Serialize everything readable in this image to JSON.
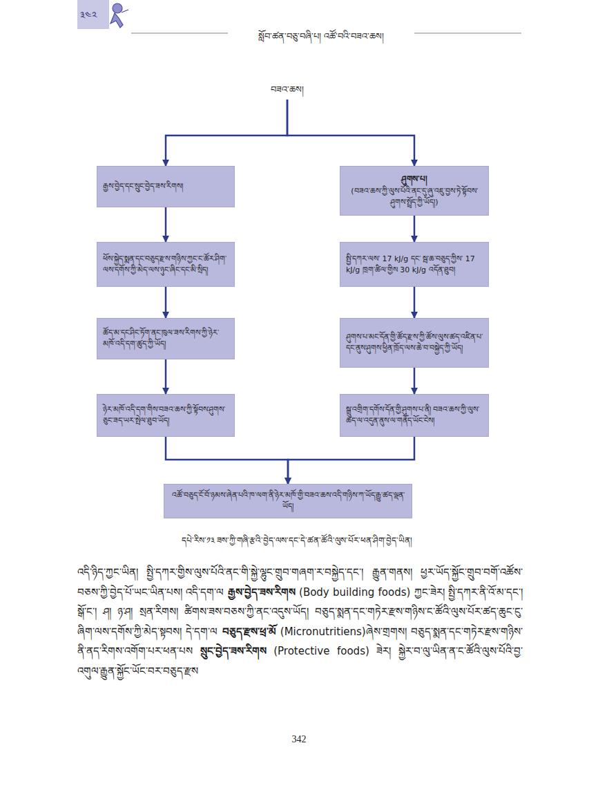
{
  "diagram": {
    "caption": "དཔེ་རིས་༡༣ ཟས་ཀྱི་གཞི་རྩའི་བྱེད་ལས་དང་དེ་ཚན་ཚོའི་ལུས་པོར་ཕན་ཤིག་བྱེད་ཡིན།",
    "nodes": [
      {
        "text": [
          "བཟའ་ཆས།"
        ]
      },
      {
        "text": [
          "རྒྱས་བྱེད་དང་སྲུང་བྱེད་ཟས་རིགས།"
        ]
      },
      {
        "text": [
          "ཕོས་སྐྱེད་སྨན་དང་བཅུད་རྫས་གཉིས་ཀྱང་ང་ཚོར་ཤིག་ལས་དགོས་ཀྱི་མེད་ལས་ཉུང་ཞིང་དང་མི་སྲིད།"
        ]
      },
      {
        "text": [
          "ཚོད་མ་དང་ཤིང་ཏོག་ནང་ཁུལ་ཟས་རིགས་ཀྱི་ཉེར་མཁོ་འདི་དག་ཚུད་ཀྱི་ཡོད།"
        ]
      },
      {
        "text": [
          "ཉེར་མཁོ་འདི་དག་གིས་བཟའ་ཆས་ཀྱི་སྟོབས་ཤུགས་ཅུང་ཟད་ཡར་སྤེལ་ཐུབ་ཡོད།"
        ]
      },
      {
        "text": [
          "ཤུགས་པ།",
          "(བཟའ་ཆས་ཀྱི་ལུས་པོའི་ནང་དུ་ཞུ་འཇུ་བྱས་ཏེ་སྟོབས་ཤུགས་སྤྲོད་ཀྱི་ཡོད།)"
        ]
      },
      {
        "text": [
          "སྤྱི་དཀར་ལས་ 17 kJ/g དང་ སྦ་ཆ་བཅུད་ཀྱིས་ 17 kJ/g ཁྲག་ཚིལ་གྱིས 30 kJ/g འདོན་ཐུབ།"
        ]
      },
      {
        "text": [
          "ཤུགས་པ་མང་དོན་གྱི་ཚོད་རྫས་ཀྱི་ཚོས་ལུས་ཚད་འཛིན་པ་དང་ནུས་ཤུགས་ཕྱིན་ཁྲོད་ལས་ཆེ་བ་བསྐྱེད་ཀྱི་ཡོད།"
        ]
      },
      {
        "text": [
          "སྒྲུ་འགྲིག་དགོས་དོན་གྱི་ཤུགས་པ་ནི། བཟའ་ཆས་ཀྱི་ལུས་ཚད་ལ་འདུན་ནུས་ལ་གནོད་ཡོང་ངེས།"
        ]
      },
      {
        "text": [
          "འཚོ་བཅུད་ངོ་བོ་ཉམས་ཞེན་པའི་ཁ་ལག་ནི་ཉེར་མཁོ་གྱི་བཟའ་ཆས་འདི་གཉིས་ཀ་ཡོད་རྒྱུ་ཚད་ལྡན་ཡོད།"
        ]
      }
    ],
    "edges": [
      {
        "from": 0,
        "to": 1,
        "arrow": "to"
      },
      {
        "from": 0,
        "to": 5,
        "arrow": "to"
      },
      {
        "from": 1,
        "to": 2,
        "arrow": "to"
      },
      {
        "from": 2,
        "to": 3,
        "arrow": "to"
      },
      {
        "from": 3,
        "to": 4,
        "arrow": "to"
      },
      {
        "from": 5,
        "to": 6,
        "arrow": "to"
      },
      {
        "from": 6,
        "to": 7,
        "arrow": "to"
      },
      {
        "from": 7,
        "to": 8,
        "arrow": "to"
      },
      {
        "from": 4,
        "to": 9,
        "arrow": "to"
      },
      {
        "from": 8,
        "to": 9,
        "arrow": "to"
      }
    ],
    "labels": [
      "༣༤༢",
      "སློབ་ཚན་བཅུ་བཞི་པ། འཚོ་བའི་བཟའ་ཆས།",
      "འདི་ཉིད་ཀྱང་ཡིན། སྤྱི་དཀར་གྱིས་ལུས་པོའི་ནང་གི་སྐྱེ་ལྷུང་གྲུབ་གཞག་ར་བསྐྱེད་དང་། རྒྱུན་གནས། ཕྱར་ཡོད་སྐྱོང་གྲུབ་བགོ་འཚོས་བཅས་ཀྱི་བྱེད་པོ་ཡང་ཡིན་པས། འདི་དག་ལ",
      "རྒྱས་བྱེད་ཟས་རིགས",
      "(Body building foods) ཀྱང་ཟེར། སྤྱི་དཀར་ནི་འོ་མ་དང་། སྒོ་ང་། ཤ། ཉ་ཤ། སྲན་རིགས། ཚིགས་ཟས་བཅས་ཀྱི་ནང་འདུས་ཡོད། བཅུད་སྨན་དང་གཏེར་རྫས་གཉིས་ང་ཚོའི་ལུས་པོར་ཚད་ཆུང་ངུ་ཞིག་ལས་དགོས་ཀྱི་མེད་སྟབས། དེ་དག་ལ",
      "བཅུད་རྫས་ཕྲ་མོ",
      "(Micronutritiens)ཞེས་གྲགས། བཅུད་སྨན་དང་གཏེར་རྫས་གཉིས་ནི་ནད་རིགས་འགོག་པར་ཕན་པས",
      "སྲུང་བྱེད་ཟས་རིགས",
      "(Protective foods) ཟེར། སྐྱེར་བ་ལུ་ཡིན་ན་ང་ཚོའི་ལུས་པོའི་བྱ་འགུལ་རྒྱུན་སྐྱོང་ཡོང་བར་བཅུད་རྫས",
      "342"
    ]
  }
}
